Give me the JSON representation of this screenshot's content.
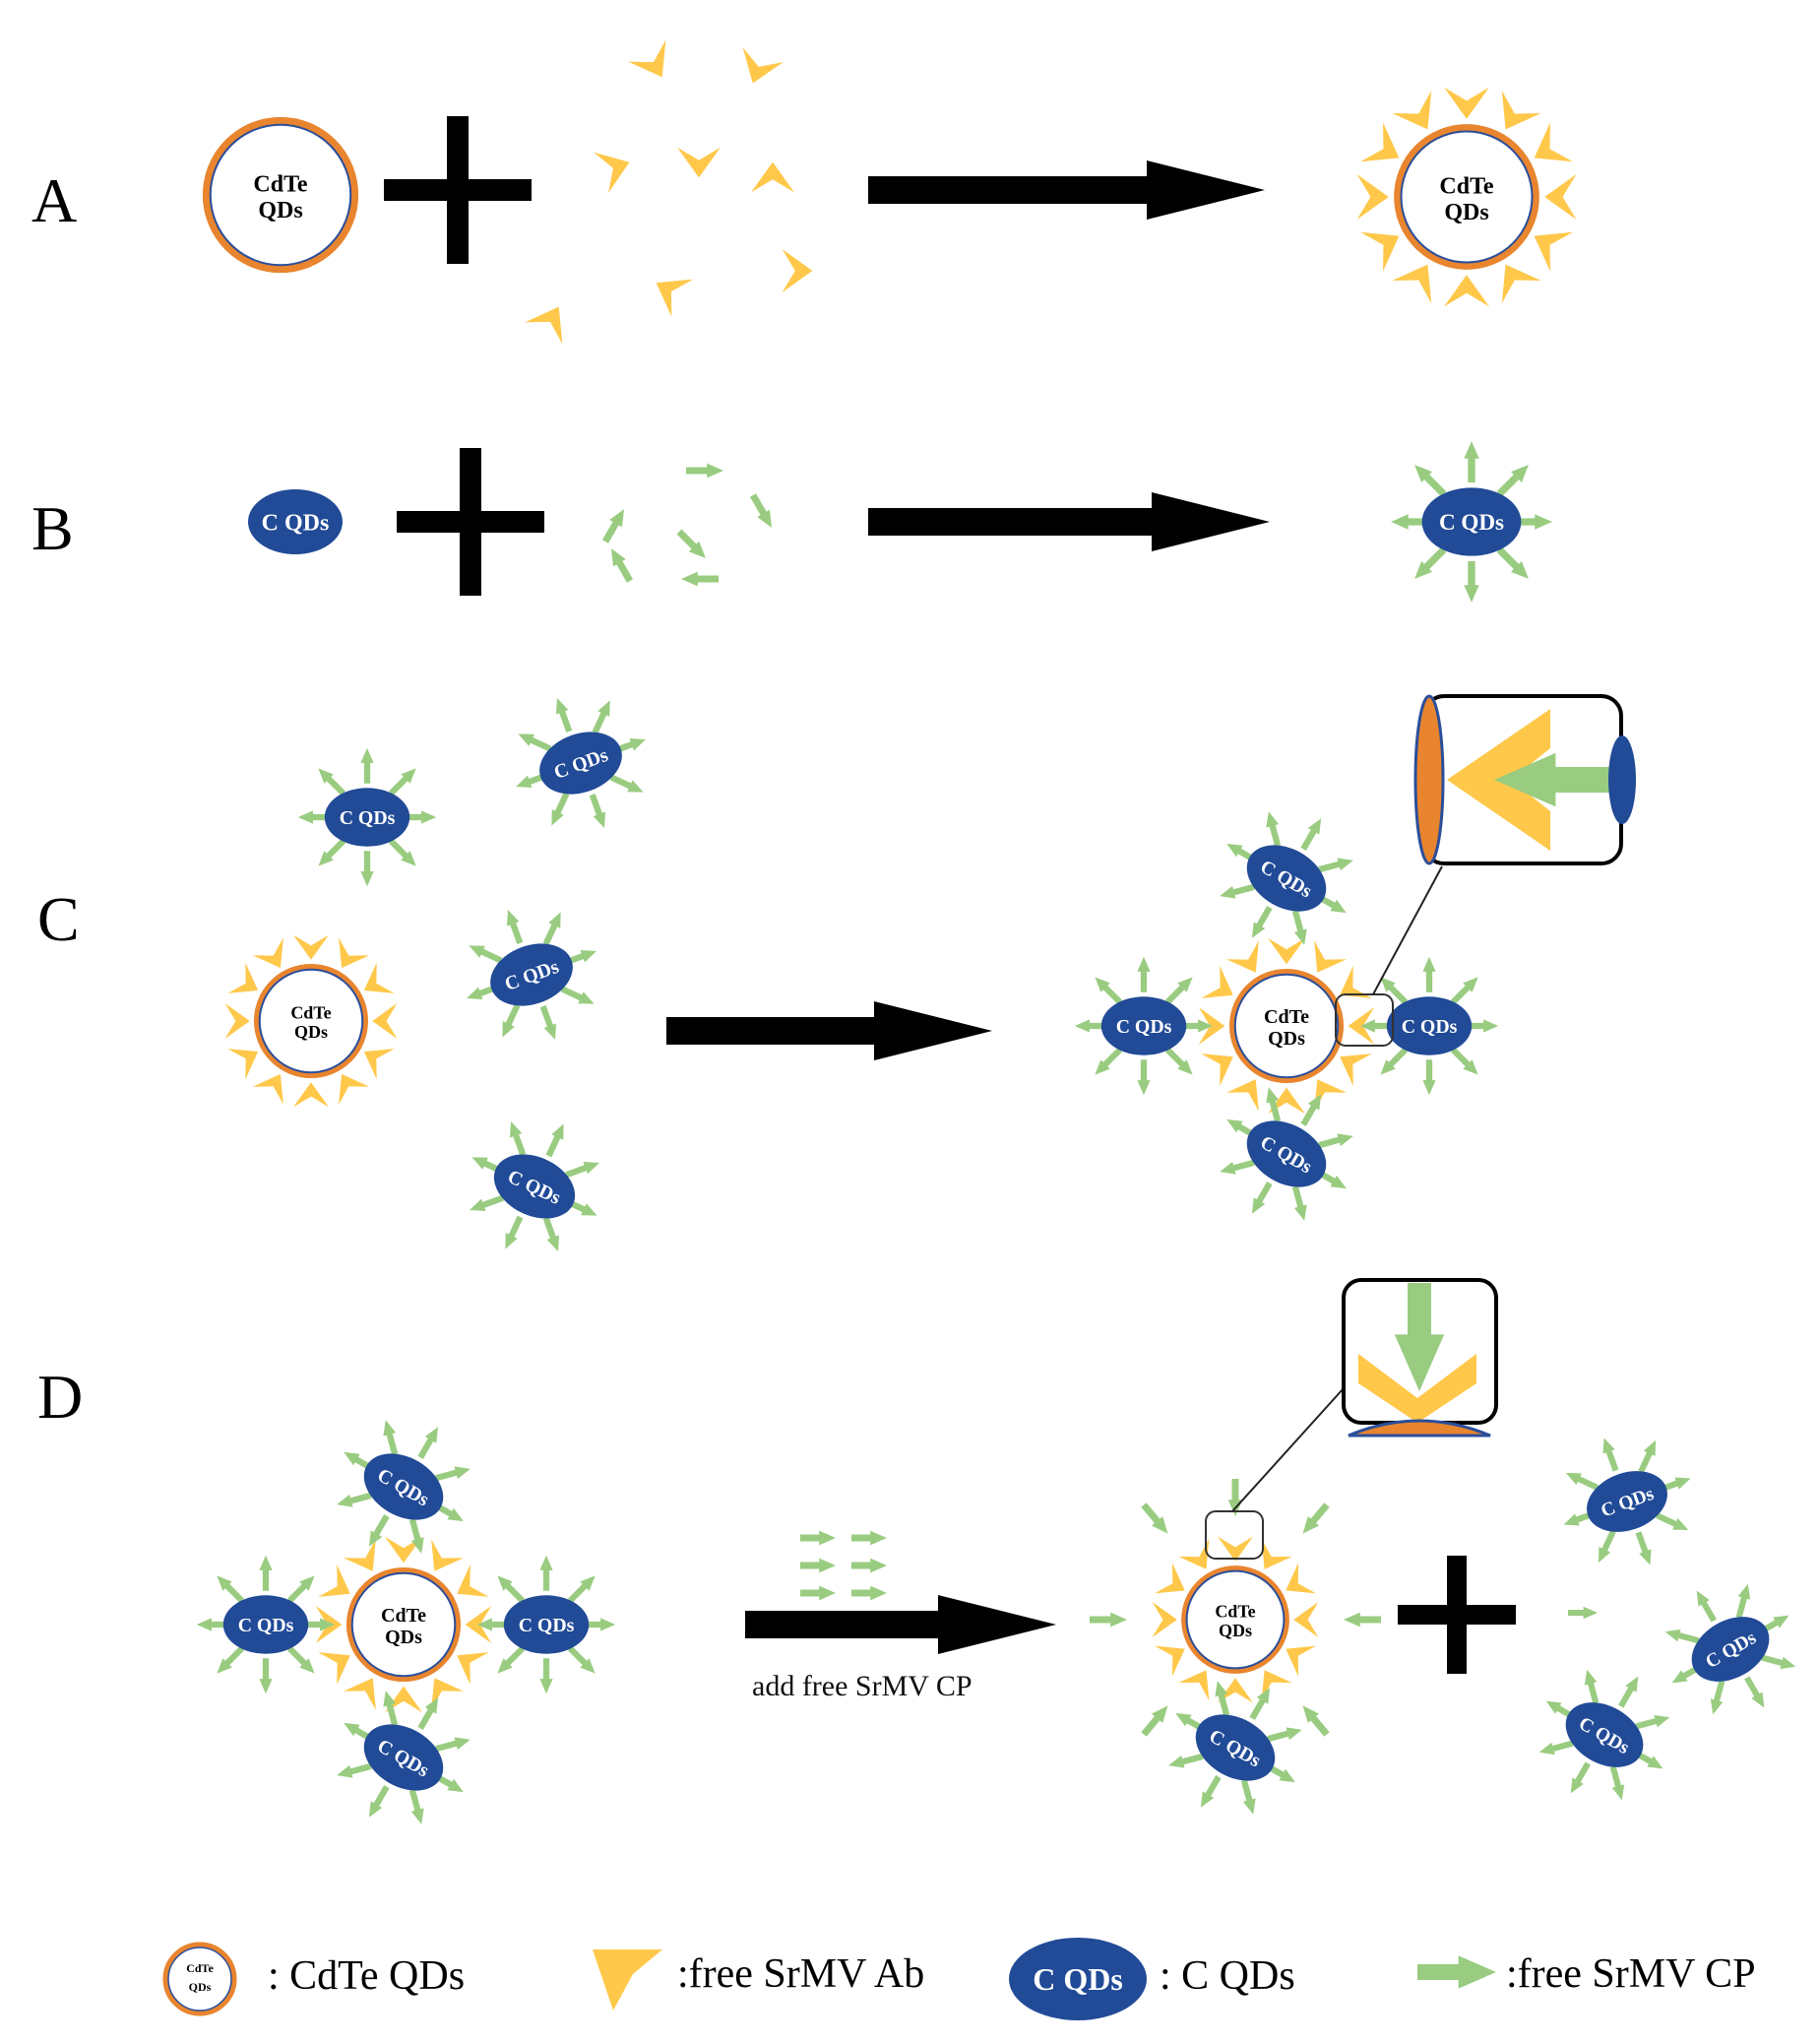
{
  "panels": {
    "a": {
      "label": "A"
    },
    "b": {
      "label": "B"
    },
    "c": {
      "label": "C"
    },
    "d": {
      "label": "D"
    }
  },
  "particles": {
    "cdte_line1": "CdTe",
    "cdte_line2": "QDs",
    "cqd": "C QDs"
  },
  "step_d_caption": "add free SrMV CP",
  "legend": {
    "cdte": ": CdTe QDs",
    "ab": ":free SrMV Ab",
    "cqd": ": C QDs",
    "cp": ":free SrMV CP"
  },
  "colors": {
    "orange": "#E8852E",
    "ring_blue": "#2B4E9A",
    "yellow": "#FFC84A",
    "green": "#99CC80",
    "cqd_fill": "#214A97",
    "ink": "#000000"
  },
  "icons": {
    "cdte": "cdte-qd-ring-icon",
    "cqd": "carbon-qd-oval-icon",
    "ab": "antibody-chevron-icon",
    "cp": "coat-protein-arrow-icon"
  }
}
